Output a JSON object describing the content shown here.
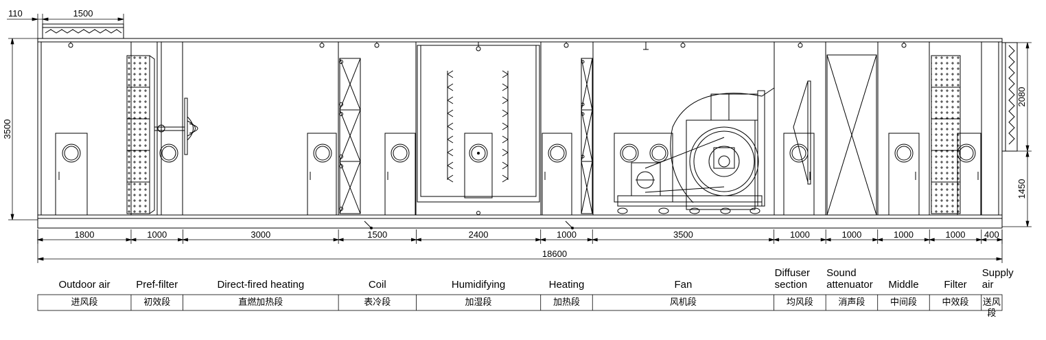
{
  "drawing": {
    "total_length": "18600",
    "height_total": "3500",
    "height_upper": "2080",
    "height_lower": "1450",
    "top_offset": "110",
    "top_inlet_width": "1500"
  },
  "sections": [
    {
      "length": "1800",
      "en": "Outdoor air",
      "cn": "进风段"
    },
    {
      "length": "1000",
      "en": "Pref-filter",
      "cn": "初效段"
    },
    {
      "length": "3000",
      "en": "Direct-fired heating",
      "cn": "直燃加热段"
    },
    {
      "length": "1500",
      "en": "Coil",
      "cn": "表冷段"
    },
    {
      "length": "2400",
      "en": "Humidifying",
      "cn": "加湿段"
    },
    {
      "length": "1000",
      "en": "Heating",
      "cn": "加热段"
    },
    {
      "length": "3500",
      "en": "Fan",
      "cn": "风机段"
    },
    {
      "length": "1000",
      "en": "Diffuser section",
      "cn": "均风段"
    },
    {
      "length": "1000",
      "en": "Sound attenuator",
      "cn": "消声段"
    },
    {
      "length": "1000",
      "en": "Middle",
      "cn": "中间段"
    },
    {
      "length": "1000",
      "en": "Filter",
      "cn": "中效段"
    },
    {
      "length": "400",
      "en": "Supply air",
      "cn": "送风段"
    }
  ],
  "colors": {
    "line": "#000000",
    "background": "#ffffff"
  }
}
